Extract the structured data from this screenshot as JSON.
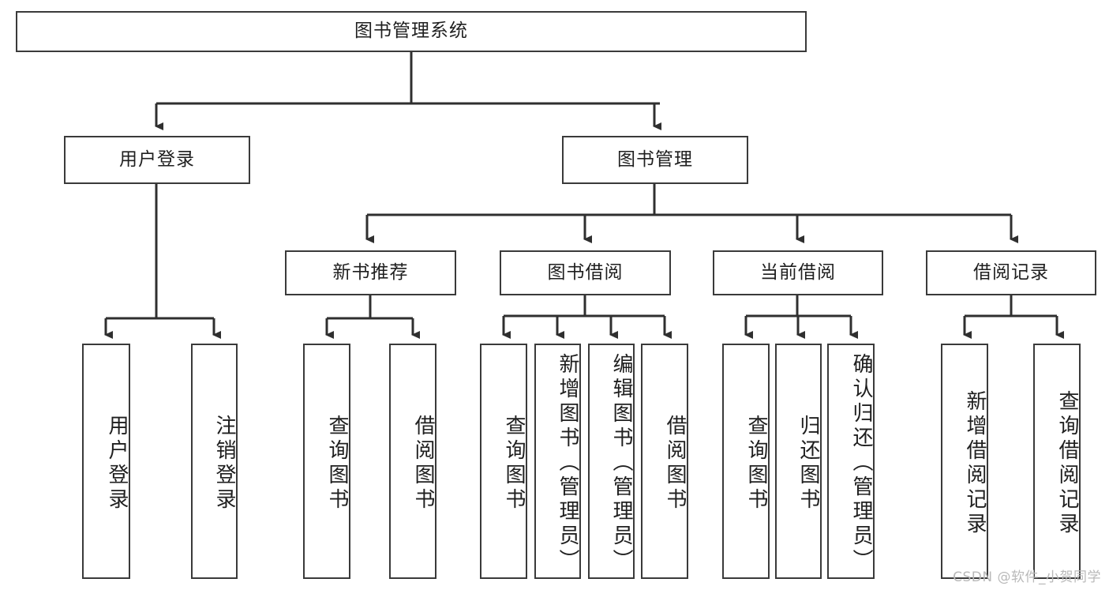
{
  "diagram": {
    "title": "图书管理系统",
    "type": "tree-hierarchy",
    "orientation": "top-down",
    "colors": {
      "box_border": "#3a3a3a",
      "box_fill": "#ffffff",
      "edge": "#2f2f2f",
      "text": "#1f1f1f",
      "watermark": "#b9b9b9"
    },
    "root": {
      "label": "图书管理系统"
    },
    "level2": [
      {
        "label": "用户登录"
      },
      {
        "label": "图书管理"
      }
    ],
    "level3": [
      {
        "label": "新书推荐"
      },
      {
        "label": "图书借阅"
      },
      {
        "label": "当前借阅"
      },
      {
        "label": "借阅记录"
      }
    ],
    "leaves": {
      "user_login": [
        {
          "label": "用户登录"
        },
        {
          "label": "注销登录"
        }
      ],
      "new_book_recommend": [
        {
          "label": "查询图书"
        },
        {
          "label": "借阅图书"
        }
      ],
      "book_borrow": [
        {
          "label": "查询图书"
        },
        {
          "label": "新增图书（管理员）"
        },
        {
          "label": "编辑图书（管理员）"
        },
        {
          "label": "借阅图书"
        }
      ],
      "current_borrow": [
        {
          "label": "查询图书"
        },
        {
          "label": "归还图书"
        },
        {
          "label": "确认归还（管理员）"
        }
      ],
      "borrow_record": [
        {
          "label": "新增借阅记录"
        },
        {
          "label": "查询借阅记录"
        }
      ]
    },
    "watermark": "CSDN @软件_小贺同学"
  }
}
